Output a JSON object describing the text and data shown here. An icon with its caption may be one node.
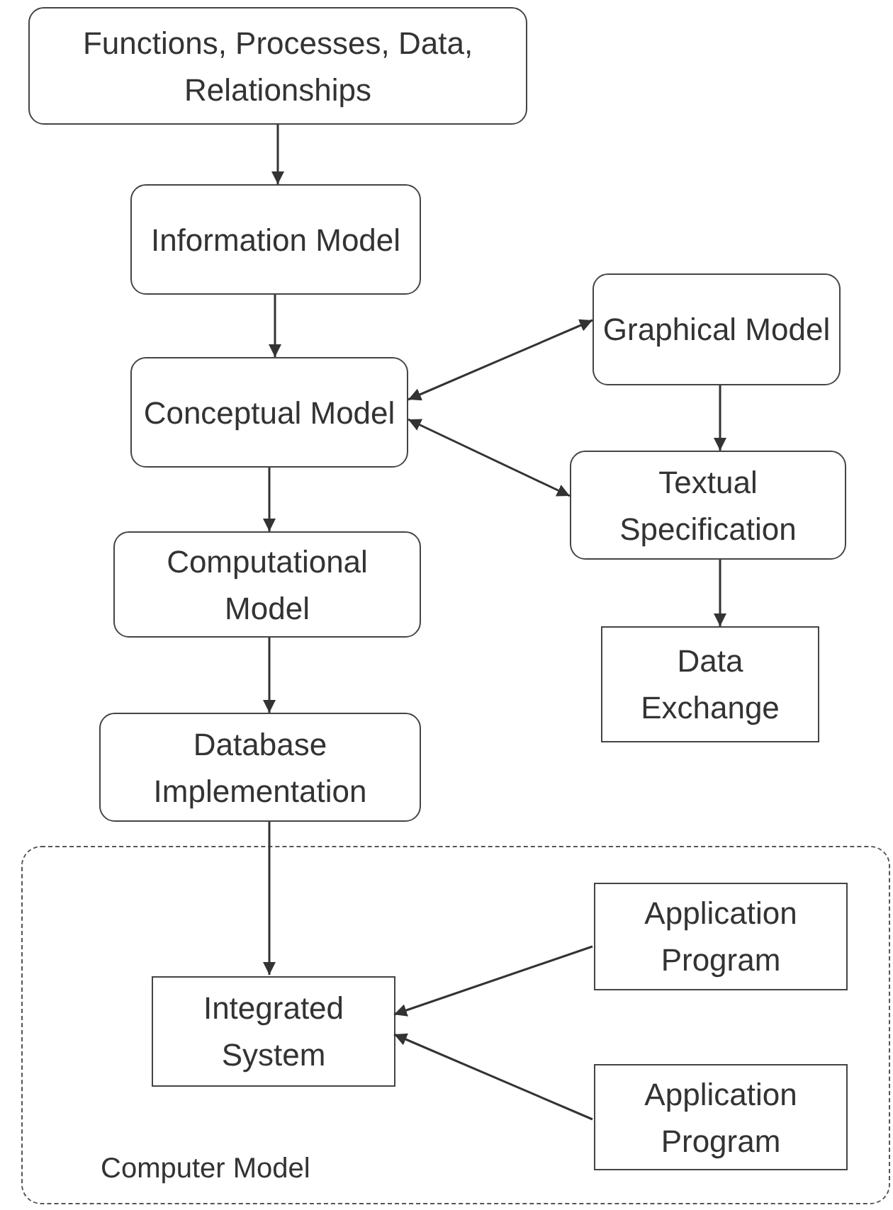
{
  "diagram": {
    "nodes": [
      {
        "text": [
          "Functions, Processes, Data, Relationships"
        ]
      },
      {
        "text": [
          "Information Model"
        ]
      },
      {
        "text": [
          "Conceptual Model"
        ]
      },
      {
        "text": [
          "Graphical Model"
        ]
      },
      {
        "text": [
          "Textual Specification"
        ]
      },
      {
        "text": [
          "Computational Model"
        ]
      },
      {
        "text": [
          "Data Exchange"
        ]
      },
      {
        "text": [
          "Database Implementation"
        ]
      },
      {
        "text": [
          "Computer Model"
        ]
      },
      {
        "text": [
          "Integrated System"
        ],
        "in": 8
      },
      {
        "text": [
          "Application Program"
        ],
        "in": 8
      },
      {
        "text": [
          "Application Program"
        ],
        "in": 8
      }
    ],
    "edges": [
      {
        "from": 0,
        "to": 1,
        "arrow": "to"
      },
      {
        "from": 1,
        "to": 2,
        "arrow": "to"
      },
      {
        "from": 2,
        "to": 3,
        "arrow": "both"
      },
      {
        "from": 2,
        "to": 4,
        "arrow": "both"
      },
      {
        "from": 3,
        "to": 4,
        "arrow": "to"
      },
      {
        "from": 2,
        "to": 5,
        "arrow": "to"
      },
      {
        "from": 4,
        "to": 6,
        "arrow": "to"
      },
      {
        "from": 5,
        "to": 7,
        "arrow": "to"
      },
      {
        "from": 7,
        "to": 9,
        "arrow": "to"
      },
      {
        "from": 10,
        "to": 9,
        "arrow": "to"
      },
      {
        "from": 11,
        "to": 9,
        "arrow": "to"
      }
    ]
  }
}
